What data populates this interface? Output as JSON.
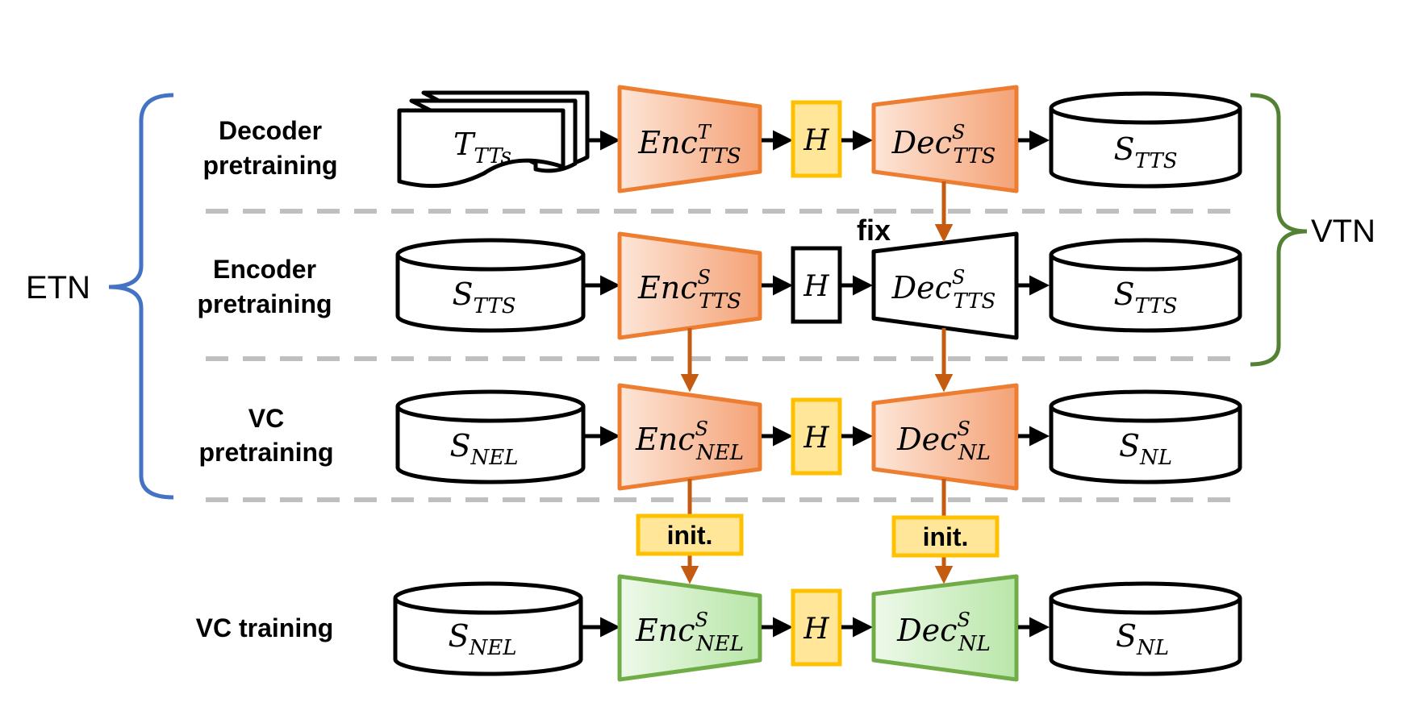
{
  "brackets": {
    "etn": "ETN",
    "vtn": "VTN"
  },
  "rows": [
    {
      "label_line1": "Decoder",
      "label_line2": "pretraining"
    },
    {
      "label_line1": "Encoder",
      "label_line2": "pretraining"
    },
    {
      "label_line1": "VC",
      "label_line2": "pretraining"
    },
    {
      "label_line1": "VC training",
      "label_line2": ""
    }
  ],
  "nodes": {
    "r1_input": {
      "base": "T",
      "sub": "TTs",
      "sup": ""
    },
    "r1_encoder": {
      "base": "Enc",
      "sub": "TTS",
      "sup": "T"
    },
    "r1_hidden": {
      "base": "H"
    },
    "r1_decoder": {
      "base": "Dec",
      "sub": "TTS",
      "sup": "S"
    },
    "r1_output": {
      "base": "S",
      "sub": "TTS",
      "sup": ""
    },
    "r2_input": {
      "base": "S",
      "sub": "TTS",
      "sup": ""
    },
    "r2_encoder": {
      "base": "Enc",
      "sub": "TTS",
      "sup": "S"
    },
    "r2_hidden": {
      "base": "H"
    },
    "r2_decoder": {
      "base": "Dec",
      "sub": "TTS",
      "sup": "S"
    },
    "r2_output": {
      "base": "S",
      "sub": "TTS",
      "sup": ""
    },
    "r3_input": {
      "base": "S",
      "sub": "NEL",
      "sup": ""
    },
    "r3_encoder": {
      "base": "Enc",
      "sub": "NEL",
      "sup": "S"
    },
    "r3_hidden": {
      "base": "H"
    },
    "r3_decoder": {
      "base": "Dec",
      "sub": "NL",
      "sup": "S"
    },
    "r3_output": {
      "base": "S",
      "sub": "NL",
      "sup": ""
    },
    "r4_input": {
      "base": "S",
      "sub": "NEL",
      "sup": ""
    },
    "r4_encoder": {
      "base": "Enc",
      "sub": "NEL",
      "sup": "S"
    },
    "r4_hidden": {
      "base": "H"
    },
    "r4_decoder": {
      "base": "Dec",
      "sub": "NL",
      "sup": "S"
    },
    "r4_output": {
      "base": "S",
      "sub": "NL",
      "sup": ""
    }
  },
  "annotations": {
    "fix": "fix",
    "init_encoder": "init.",
    "init_decoder": "init."
  },
  "colors": {
    "orange_stroke": "#ED7D31",
    "orange_fill_dark": "#F4A276",
    "orange_fill_light": "#FDE6D8",
    "green_stroke": "#70AD47",
    "green_fill_dark": "#B8E6A8",
    "green_fill_light": "#EEF9EA",
    "yellow_stroke": "#FFC000",
    "yellow_fill": "#FFE699",
    "arrow_orange": "#C55A11",
    "etn_brace": "#4472C4",
    "vtn_brace": "#548235",
    "separator": "#BFBFBF"
  }
}
